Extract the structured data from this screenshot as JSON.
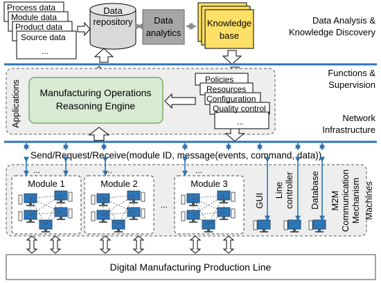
{
  "top": {
    "data_sources": [
      "Process data",
      "Module data",
      "Product data",
      "Source data",
      "..."
    ],
    "repository_label": [
      "Data",
      "repository"
    ],
    "analytics_label": [
      "Data",
      "analytics"
    ],
    "knowledge_label": [
      "Knowledge",
      "base"
    ]
  },
  "layer_labels": {
    "analysis": [
      "Data Analysis &",
      "Knowledge Discovery"
    ],
    "functions": [
      "Functions &",
      "Supervision"
    ],
    "network": [
      "Network",
      "Infrastructure"
    ]
  },
  "applications": {
    "side_label": "Applications",
    "engine_label": [
      "Manufacturing Operations",
      "Reasoning Engine"
    ],
    "rules": [
      "Policies",
      "Resources",
      "Configuration",
      "Quality control",
      "..."
    ]
  },
  "network_message": "Send/Request/Receive(module ID, message(events, command, data))",
  "machines": {
    "side_label": "Machines",
    "modules": [
      {
        "label": "Module 1",
        "more": "..."
      },
      {
        "label": "Module 2",
        "more": "..."
      },
      {
        "label": "Module 3",
        "more": "..."
      }
    ],
    "between_modules": "...",
    "devices": [
      "GUI",
      "Line controller",
      "Database"
    ],
    "device_lines": [
      [
        "GUI"
      ],
      [
        "Line",
        "controller"
      ],
      [
        "Database"
      ]
    ],
    "m2m_label": [
      "M2M",
      "Communication",
      "Mechanism"
    ]
  },
  "production_line": "Digital Manufacturing Production Line",
  "colors": {
    "bus": "#2e74b5",
    "arrow_blue": "#2e74b5",
    "engine_fill": "#d9ead3",
    "engine_stroke": "#5e9e4e",
    "knowledge_fill": "#ffe066",
    "analytics_fill": "#a6a6a6",
    "repository_fill": "#d9d9d9",
    "panel_fill": "#eeeeee",
    "monitor": "#2e75b6"
  }
}
